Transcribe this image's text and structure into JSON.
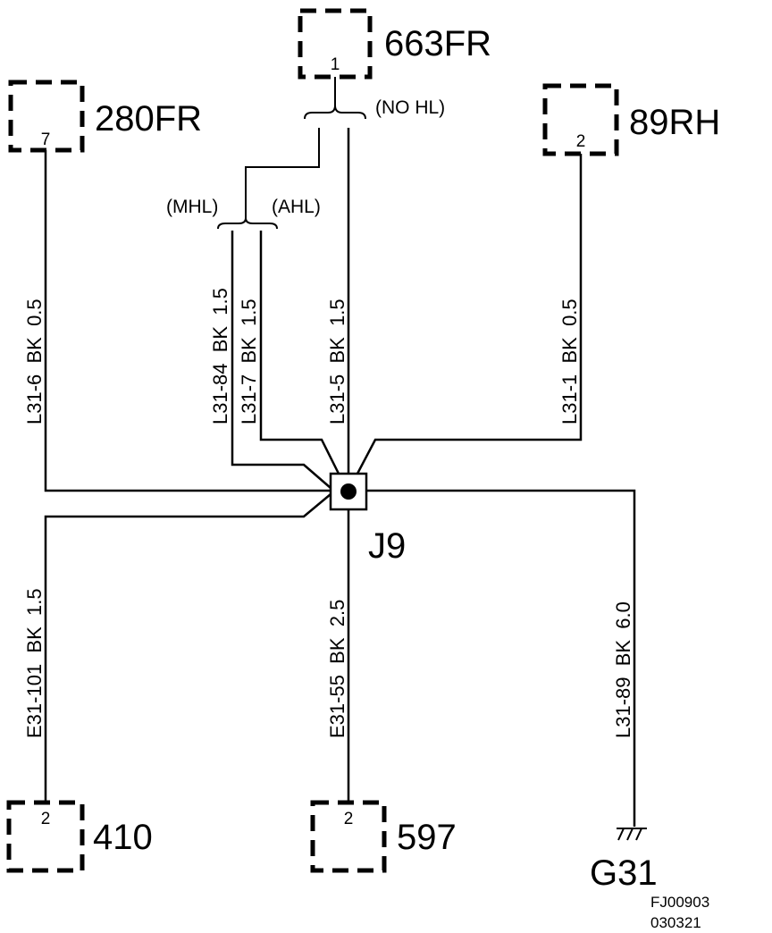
{
  "components": {
    "c663fr": {
      "name": "663FR",
      "pin": "1"
    },
    "c280fr": {
      "name": "280FR",
      "pin": "7"
    },
    "c89rh": {
      "name": "89RH",
      "pin": "2"
    },
    "c410": {
      "name": "410",
      "pin": "2"
    },
    "c597": {
      "name": "597",
      "pin": "2"
    }
  },
  "junction": {
    "name": "J9"
  },
  "ground": {
    "name": "G31"
  },
  "options": {
    "no_hl": "(NO HL)",
    "mhl": "(MHL)",
    "ahl": "(AHL)"
  },
  "wires": {
    "l31_6": "L31-6  BK  0.5",
    "l31_84": "L31-84  BK  1.5",
    "l31_7": "L31-7  BK  1.5",
    "l31_5": "L31-5  BK  1.5",
    "l31_1": "L31-1  BK  0.5",
    "e31_101": "E31-101  BK  1.5",
    "e31_55": "E31-55  BK  2.5",
    "l31_89": "L31-89  BK  6.0"
  },
  "figure": {
    "code1": "FJ00903",
    "code2": "030321"
  }
}
